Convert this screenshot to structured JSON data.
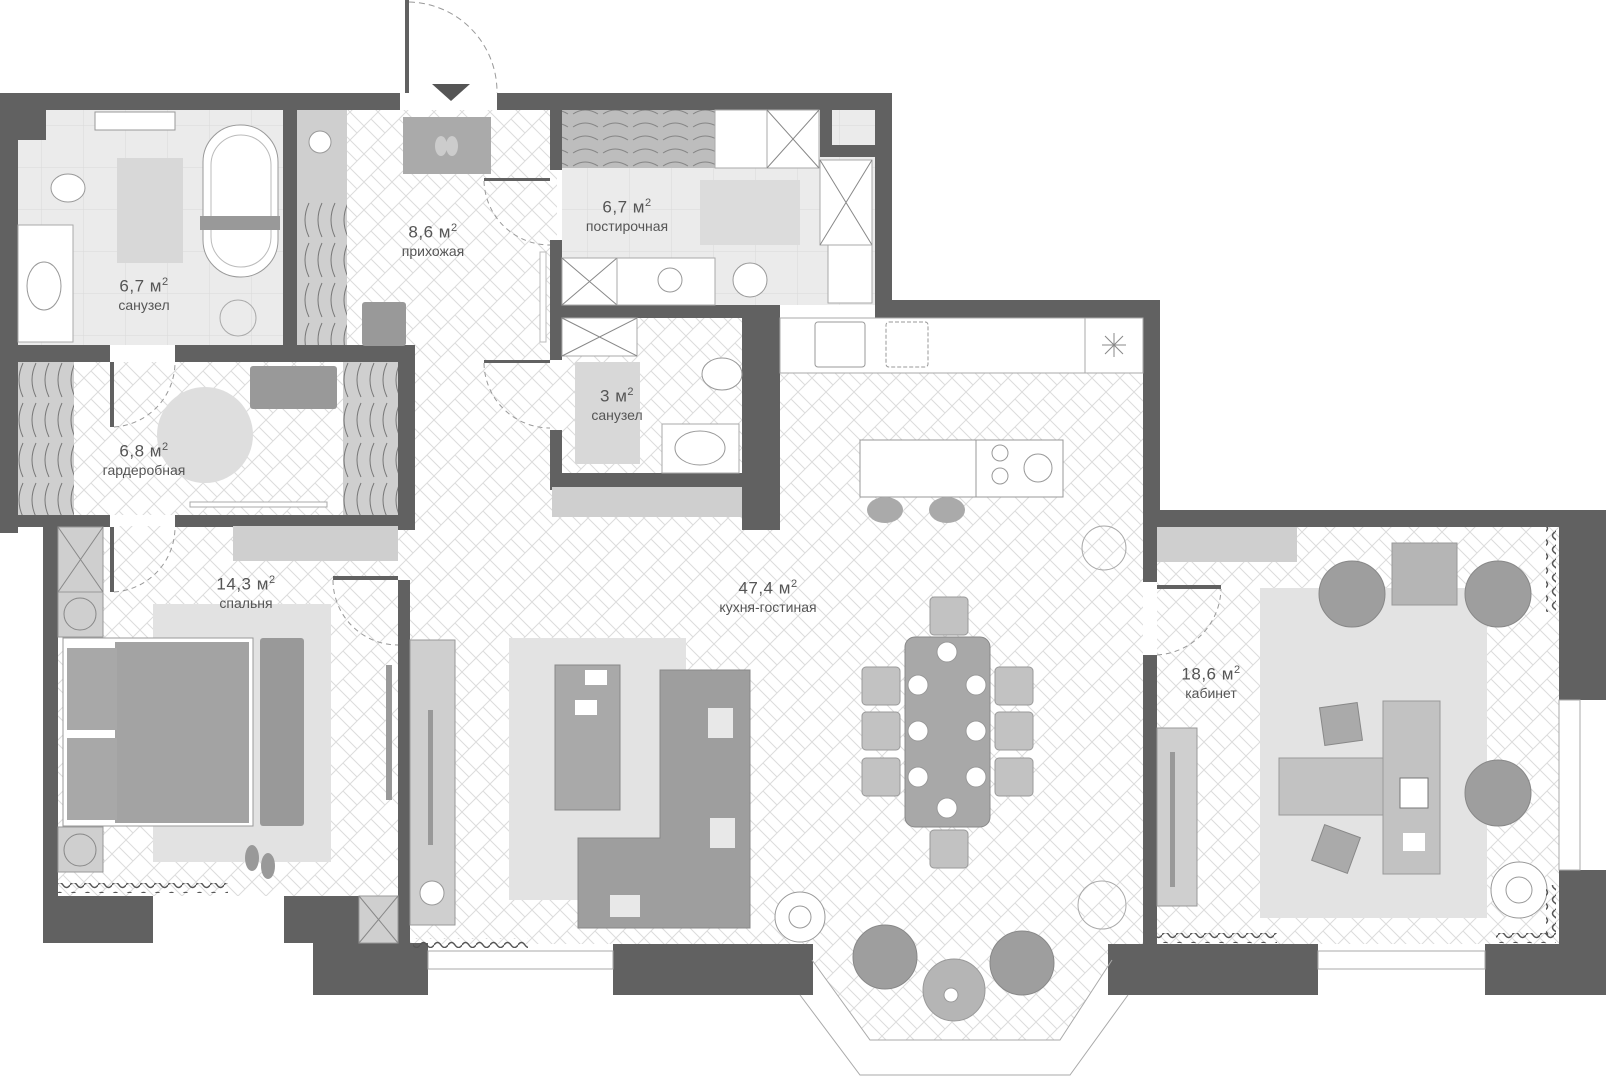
{
  "plan": {
    "colors": {
      "wall": "#616161",
      "tile_floor": "#ebebeb",
      "parquet_floor": "#ffffff",
      "parquet_line": "#d9d9d9",
      "furniture_dark": "#9e9e9e",
      "furniture_mid": "#bdbdbd",
      "rug": "#e6e6e6",
      "label_text": "#555555"
    },
    "entrance_arrow": "entrance-arrow-icon",
    "rooms": [
      {
        "id": "bathroom-1",
        "area": "6,7",
        "unit": "м",
        "sup": "2",
        "name": "санузел"
      },
      {
        "id": "hallway",
        "area": "8,6",
        "unit": "м",
        "sup": "2",
        "name": "прихожая"
      },
      {
        "id": "laundry",
        "area": "6,7",
        "unit": "м",
        "sup": "2",
        "name": "постирочная"
      },
      {
        "id": "wardrobe",
        "area": "6,8",
        "unit": "м",
        "sup": "2",
        "name": "гардеробная"
      },
      {
        "id": "bathroom-2",
        "area": "3",
        "unit": "м",
        "sup": "2",
        "name": "санузел"
      },
      {
        "id": "bedroom",
        "area": "14,3",
        "unit": "м",
        "sup": "2",
        "name": "спальня"
      },
      {
        "id": "kitchen-living",
        "area": "47,4",
        "unit": "м",
        "sup": "2",
        "name": "кухня-гостиная"
      },
      {
        "id": "study",
        "area": "18,6",
        "unit": "м",
        "sup": "2",
        "name": "кабинет"
      }
    ]
  }
}
